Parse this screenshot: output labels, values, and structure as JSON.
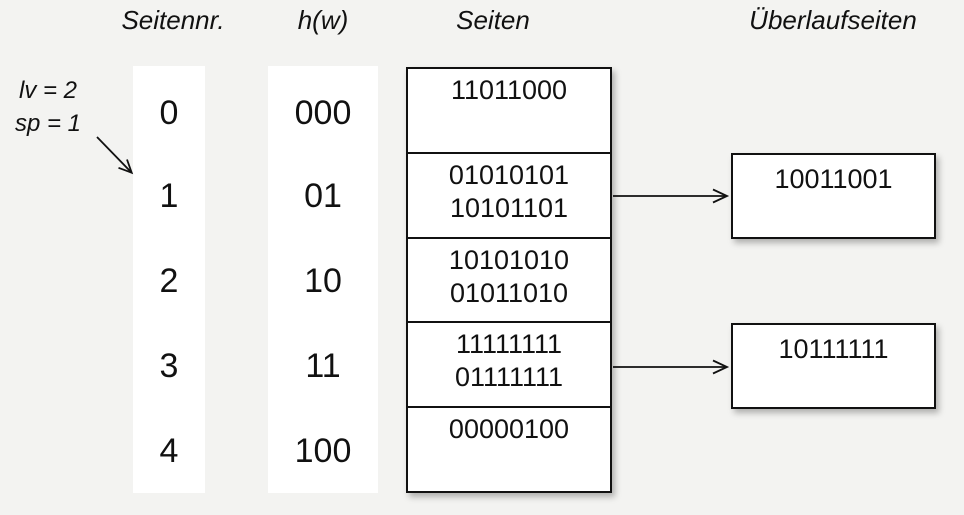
{
  "headers": {
    "seitennr": "Seitennr.",
    "hw": "h(w)",
    "seiten": "Seiten",
    "ueberlauf": "Überlaufseiten"
  },
  "annotation": {
    "lv": "lv = 2",
    "sp": "sp = 1"
  },
  "table": {
    "rows": [
      {
        "nr": "0",
        "hw": "000",
        "entries": [
          "11011000"
        ]
      },
      {
        "nr": "1",
        "hw": "01",
        "entries": [
          "01010101",
          "10101101"
        ],
        "overflow": "10011001"
      },
      {
        "nr": "2",
        "hw": "10",
        "entries": [
          "10101010",
          "01011010"
        ]
      },
      {
        "nr": "3",
        "hw": "11",
        "entries": [
          "11111111",
          "01111111"
        ],
        "overflow": "10111111"
      },
      {
        "nr": "4",
        "hw": "100",
        "entries": [
          "00000100"
        ]
      }
    ]
  },
  "colors": {
    "background": "#f3f3f1",
    "box_fill": "#ffffff",
    "line": "#111111",
    "text": "#111111"
  }
}
